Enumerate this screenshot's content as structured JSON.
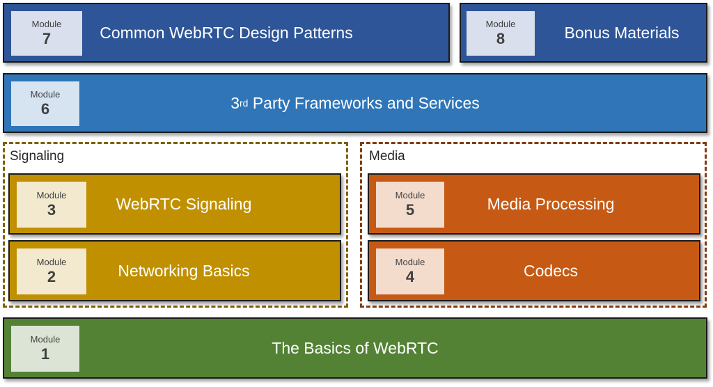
{
  "modules": {
    "m7": {
      "label": "Module",
      "number": "7",
      "title": "Common WebRTC Design Patterns"
    },
    "m8": {
      "label": "Module",
      "number": "8",
      "title": "Bonus Materials"
    },
    "m6": {
      "label": "Module",
      "number": "6",
      "title_prefix": "3",
      "title_sup": "rd",
      "title_rest": " Party Frameworks and Services"
    },
    "m3": {
      "label": "Module",
      "number": "3",
      "title": "WebRTC Signaling"
    },
    "m2": {
      "label": "Module",
      "number": "2",
      "title": "Networking Basics"
    },
    "m5": {
      "label": "Module",
      "number": "5",
      "title": "Media Processing"
    },
    "m4": {
      "label": "Module",
      "number": "4",
      "title": "Codecs"
    },
    "m1": {
      "label": "Module",
      "number": "1",
      "title": "The Basics of WebRTC"
    }
  },
  "groups": {
    "signaling": {
      "label": "Signaling",
      "border_color": "#7f6000"
    },
    "media": {
      "label": "Media",
      "border_color": "#843c0c"
    }
  },
  "colors": {
    "blue_dark": "#2e5597",
    "blue_mid": "#2f75b8",
    "gold": "#c09000",
    "orange": "#c65a14",
    "green": "#538235"
  }
}
